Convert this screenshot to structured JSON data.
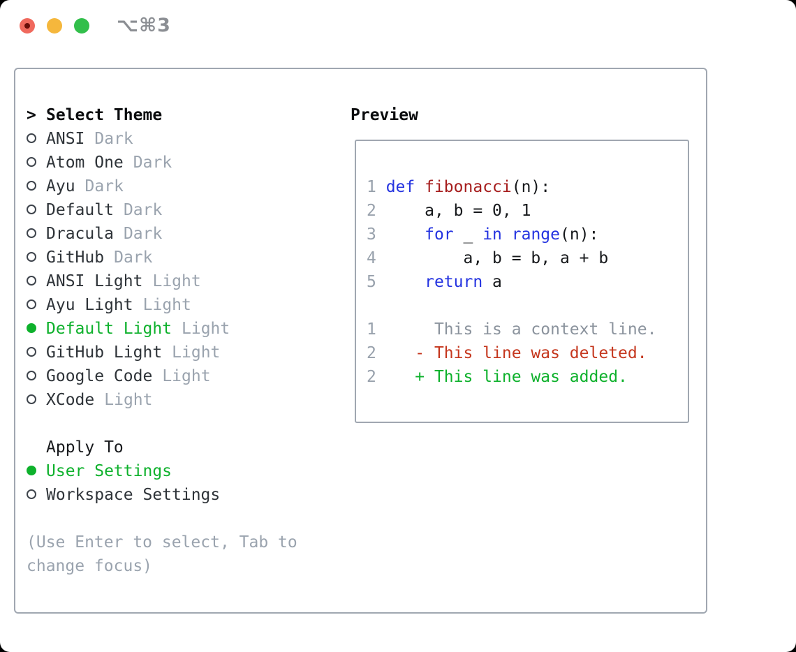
{
  "window": {
    "title": "⌥⌘3",
    "traffic_lights": [
      {
        "name": "close-button",
        "color": "#f0695d"
      },
      {
        "name": "minimize-button",
        "color": "#f5b73c"
      },
      {
        "name": "zoom-button",
        "color": "#32bf4b"
      }
    ]
  },
  "theme_list": {
    "cursor": ">",
    "header": "Select Theme",
    "items": [
      {
        "name": "ANSI",
        "variant": "Dark",
        "selected": false
      },
      {
        "name": "Atom One",
        "variant": "Dark",
        "selected": false
      },
      {
        "name": "Ayu",
        "variant": "Dark",
        "selected": false
      },
      {
        "name": "Default",
        "variant": "Dark",
        "selected": false
      },
      {
        "name": "Dracula",
        "variant": "Dark",
        "selected": false
      },
      {
        "name": "GitHub",
        "variant": "Dark",
        "selected": false
      },
      {
        "name": "ANSI Light",
        "variant": "Light",
        "selected": false
      },
      {
        "name": "Ayu Light",
        "variant": "Light",
        "selected": false
      },
      {
        "name": "Default Light",
        "variant": "Light",
        "selected": true
      },
      {
        "name": "GitHub Light",
        "variant": "Light",
        "selected": false
      },
      {
        "name": "Google Code",
        "variant": "Light",
        "selected": false
      },
      {
        "name": "XCode",
        "variant": "Light",
        "selected": false
      }
    ]
  },
  "apply_to": {
    "header": "Apply To",
    "options": [
      {
        "label": "User Settings",
        "selected": true
      },
      {
        "label": "Workspace Settings",
        "selected": false
      }
    ]
  },
  "hint": {
    "lines": [
      "(Use Enter to select, Tab to",
      "change focus)"
    ]
  },
  "preview": {
    "header": "Preview",
    "colors": {
      "keyword": "#2433e0",
      "function": "#a61d1d",
      "text": "#16181b",
      "gutter": "#98a1ac",
      "context": "#8b939d",
      "deleted": "#c5371e",
      "added": "#0eb12c"
    },
    "lines": [
      {
        "gutter": "1",
        "segments": [
          {
            "t": "def",
            "c": "keyword"
          },
          {
            "t": " ",
            "c": "text"
          },
          {
            "t": "fibonacci",
            "c": "function"
          },
          {
            "t": "(n):",
            "c": "text"
          }
        ]
      },
      {
        "gutter": "2",
        "segments": [
          {
            "t": "    a, b = 0, 1",
            "c": "text"
          }
        ]
      },
      {
        "gutter": "3",
        "segments": [
          {
            "t": "    ",
            "c": "text"
          },
          {
            "t": "for",
            "c": "keyword"
          },
          {
            "t": " _ ",
            "c": "text"
          },
          {
            "t": "in",
            "c": "keyword"
          },
          {
            "t": " ",
            "c": "text"
          },
          {
            "t": "range",
            "c": "keyword"
          },
          {
            "t": "(n):",
            "c": "text"
          }
        ]
      },
      {
        "gutter": "4",
        "segments": [
          {
            "t": "        a, b = b, a + b",
            "c": "text"
          }
        ]
      },
      {
        "gutter": "5",
        "segments": [
          {
            "t": "    ",
            "c": "text"
          },
          {
            "t": "return",
            "c": "keyword"
          },
          {
            "t": " a",
            "c": "text"
          }
        ]
      },
      {
        "gutter": "",
        "segments": []
      },
      {
        "gutter": "1",
        "segments": [
          {
            "t": "     This is a context line.",
            "c": "context"
          }
        ]
      },
      {
        "gutter": "2",
        "segments": [
          {
            "t": "   - This line was deleted.",
            "c": "deleted"
          }
        ]
      },
      {
        "gutter": "2",
        "segments": [
          {
            "t": "   + This line was added.",
            "c": "added"
          }
        ]
      }
    ]
  },
  "colors": {
    "accent_green": "#0eb12c",
    "panel_border": "#a0a7b1",
    "muted_gray": "#9aa3ae"
  }
}
